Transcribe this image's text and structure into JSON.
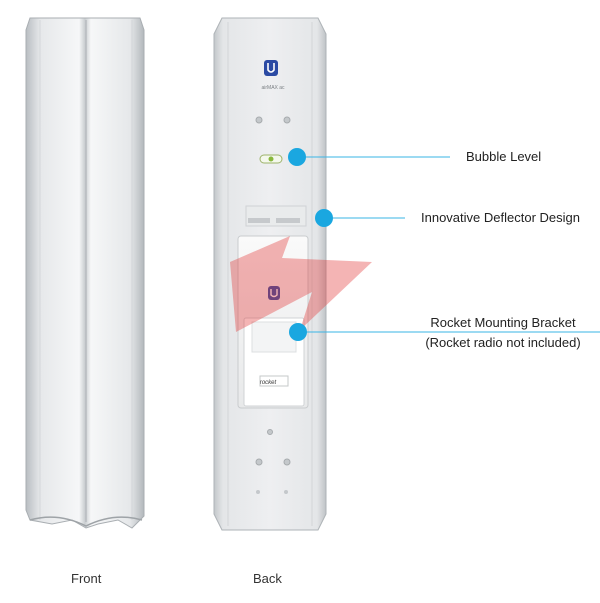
{
  "labels": {
    "front": "Front",
    "back": "Back"
  },
  "callouts": [
    {
      "lines": [
        "Bubble Level"
      ]
    },
    {
      "lines": [
        "Innovative Deflector Design"
      ]
    },
    {
      "lines": [
        "Rocket Mounting Bracket",
        "(Rocket radio not included)"
      ]
    }
  ],
  "device_text": {
    "model_label": "airMAX ac",
    "radio_brand": "rocket"
  },
  "colors": {
    "callout_dot": "#1aa7e0",
    "callout_line": "#3ab5e6",
    "watermark": "#e23a3a"
  }
}
